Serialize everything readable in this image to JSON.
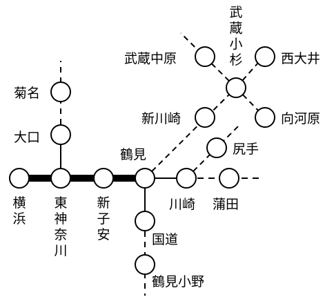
{
  "colors": {
    "line": "#000000",
    "station_fill": "#ffffff",
    "background": "#ffffff"
  },
  "stations": {
    "yokohama": {
      "name": "横浜"
    },
    "higashikanagawa": {
      "name": "東神奈川"
    },
    "shinkoyasu": {
      "name": "新子安"
    },
    "tsurumi": {
      "name": "鶴見"
    },
    "oguchi": {
      "name": "大口"
    },
    "kikuna": {
      "name": "菊名"
    },
    "shinkawasaki": {
      "name": "新川崎"
    },
    "musashikosugi": {
      "name": "武蔵小杉"
    },
    "musashinakahara": {
      "name": "武蔵中原"
    },
    "nishioi": {
      "name": "西大井"
    },
    "mukaigawara": {
      "name": "向河原"
    },
    "shiride": {
      "name": "尻手"
    },
    "kawasaki": {
      "name": "川崎"
    },
    "kamata": {
      "name": "蒲田"
    },
    "kokudo": {
      "name": "国道"
    },
    "tsurumiono": {
      "name": "鶴見小野"
    }
  }
}
